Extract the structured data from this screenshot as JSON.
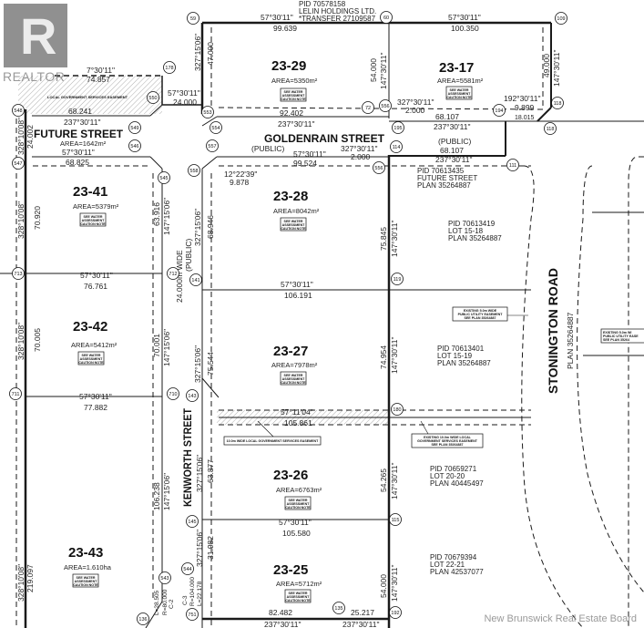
{
  "watermark": {
    "logo_text": "R",
    "brand": "REALTOR",
    "footer": "New Brunswick Real Estate Board"
  },
  "top_owner": {
    "pid": "PID 70578158",
    "owner": "LELIN HOLDINGS LTD.",
    "transfer": "*TRANSFER 27109587"
  },
  "lots": [
    {
      "id": "23-29",
      "area": "AREA=5350m²"
    },
    {
      "id": "23-17",
      "area": "AREA=5581m²"
    },
    {
      "id": "23-41",
      "area": "AREA=5379m²"
    },
    {
      "id": "23-28",
      "area": "AREA=8042m²"
    },
    {
      "id": "23-42",
      "area": "AREA=5412m²"
    },
    {
      "id": "23-27",
      "area": "AREA=7978m²"
    },
    {
      "id": "23-26",
      "area": "AREA=6763m²"
    },
    {
      "id": "23-43",
      "area": "AREA=1.610ha"
    },
    {
      "id": "23-25",
      "area": "AREA=5712m²"
    }
  ],
  "caution_note": [
    "SEE WATER",
    "ASSESSMENT",
    "CAUTION NOTE"
  ],
  "streets": {
    "future": {
      "name": "FUTURE STREET",
      "area": "AREA=1642m²"
    },
    "goldenrain": {
      "name": "GOLDENRAIN STREET",
      "public": "(PUBLIC)",
      "public2": "(PUBLIC)"
    },
    "kenworth": {
      "name": "KENWORTH STREET",
      "width": "24.000m WIDE",
      "public": "(PUBLIC)"
    },
    "stonington": {
      "name": "STONINGTON ROAD",
      "plan": "PLAN 35264887"
    }
  },
  "parcels": [
    [
      "PID 70613435",
      "FUTURE STREET",
      "PLAN 35264887"
    ],
    [
      "PID 70613419",
      "LOT 15-18",
      "PLAN 35264887"
    ],
    [
      "PID 70613401",
      "LOT 15-19",
      "PLAN 35264887"
    ],
    [
      "PID 70659271",
      "LOT 20-20",
      "PLAN 40445497"
    ],
    [
      "PID 70679394",
      "LOT 22-21",
      "PLAN 42537077"
    ]
  ],
  "easements": {
    "gov_services": "LOCAL GOVERNMENT SERVICES EASEMENT",
    "local_gov": "10.0m WIDE LOCAL GOVERNMENT SERVICES EASEMENT",
    "existing_gov": [
      "EXISTING 10.0m WIDE LOCAL",
      "GOVERNMENT SERVICES EASEMENT",
      "SEE PLAN 35264887"
    ],
    "utility": [
      "EXISTING 5.0m WIDE",
      "PUBLIC UTILITY EASEMENT",
      "SEE PLAN 35264887"
    ],
    "utility_right": [
      "EXISTING 5.0m WI",
      "PUBLIC UTILITY EASE",
      "SEE PLAN 35264"
    ]
  },
  "dims": {
    "top_brg_a": "57°30'11\"",
    "top_dist_a": "99.639",
    "top_brg_b": "57°30'11\"",
    "top_dist_b": "100.350",
    "w2329_brg": "327°15'06\"",
    "w2329_dist": "47.000",
    "e2329_dist": "54.000",
    "e2329_brg": "147°30'11\"",
    "e2317_dist": "49.000",
    "e2317_brg": "147°30'11\"",
    "fs_brg_top": "7°30'11\"",
    "fs_dist_top": "74.857",
    "fs_dist_n": "68.241",
    "fs_brg_n": "237°30'11\"",
    "fs_brg_s": "57°30'11\"",
    "fs_dist_s": "68.825",
    "fs_w_brg": "328°10'08\"",
    "fs_w_dist": "24.002",
    "c550_brg": "57°30'11\"",
    "c550_dist": "24.000",
    "gr_n_dist": "92.402",
    "gr_n_brg": "237°30'11\"",
    "gr_s_brg": "57°30'11\"",
    "gr_s_dist": "99.524",
    "gr_c_brg": "12°22'39\"",
    "gr_c_dist": "9.878",
    "g72_brg": "327°30'11\"",
    "g72_dist": "2.000",
    "g2_dist": "68.107",
    "g2_brg": "237°30'11\"",
    "g3_dist": "68.107",
    "g3_brg": "237°30'11\"",
    "g114_brg": "327°30'11\"",
    "g114_dist": "2.000",
    "c194_brg": "192°30'11\"",
    "c194_dist": "9.899",
    "c194_dist2": "18.015",
    "l41_w_brg": "328°10'08\"",
    "l41_w_dist": "70.920",
    "l41_e_dist": "63.916",
    "l41_e_brg": "147°15'06\"",
    "l41_s_brg": "57°30'11\"",
    "l41_s_dist": "76.761",
    "l42_w_brg": "328°10'08\"",
    "l42_w_dist": "70.005",
    "l42_e_dist": "70.001",
    "l42_e_brg": "147°15'06\"",
    "l42_s_brg": "57°30'11\"",
    "l42_s_dist": "77.882",
    "l28_w_brg": "327°15'06\"",
    "l28_w_dist": "68.946",
    "l28_e_dist": "75.845",
    "l28_e_brg": "147°30'11\"",
    "l28_s_brg": "57°30'11\"",
    "l28_s_dist": "106.191",
    "l27_w_brg": "327°15'06\"",
    "l27_w_dist": "75.544",
    "l27_e_dist": "74.954",
    "l27_e_brg": "147°30'11\"",
    "l27_s_brg": "57°11'04\"",
    "l27_s_dist": "105.861",
    "l26_w_brg": "327°15'06\"",
    "l26_w_dist": "63.877",
    "l26_e_dist": "54.265",
    "l26_e_brg": "147°30'11\"",
    "l26_s_brg": "57°30'11\"",
    "l26_s_dist": "105.580",
    "l43_w_brg": "328°10'08\"",
    "l43_w_dist": "219.097",
    "l43_e_dist": "106.238",
    "l43_e_brg": "147°15'06\"",
    "l25_w_brg": "327°15'06\"",
    "l25_w_dist": "31.982",
    "l25_e_dist": "54.000",
    "l25_e_brg": "147°30'11\"",
    "l25_s_dist": "82.482",
    "l25_s_brg": "237°30'11\"",
    "l25_s2_dist": "25.217",
    "l25_s2_brg": "237°30'11\"",
    "c2": "C-2",
    "c2_r": "R=80.000",
    "c2_l": "L=28.505",
    "c3": "C-3",
    "c3_r": "R=104.000",
    "c3_l": "L=22.178"
  },
  "survey_points": [
    "59",
    "60",
    "109",
    "178",
    "550",
    "553",
    "554",
    "549",
    "548",
    "72",
    "556",
    "195",
    "194",
    "118",
    "118",
    "557",
    "546",
    "547",
    "114",
    "556",
    "558",
    "545",
    "111",
    "713",
    "712",
    "141",
    "119",
    "711",
    "710",
    "143",
    "180",
    "145",
    "115",
    "544",
    "543",
    "136",
    "751",
    "135",
    "192"
  ],
  "colors": {
    "line": "#1a1a1a",
    "hatch": "#9a9a9a",
    "watermark": "#6c6c6c"
  }
}
